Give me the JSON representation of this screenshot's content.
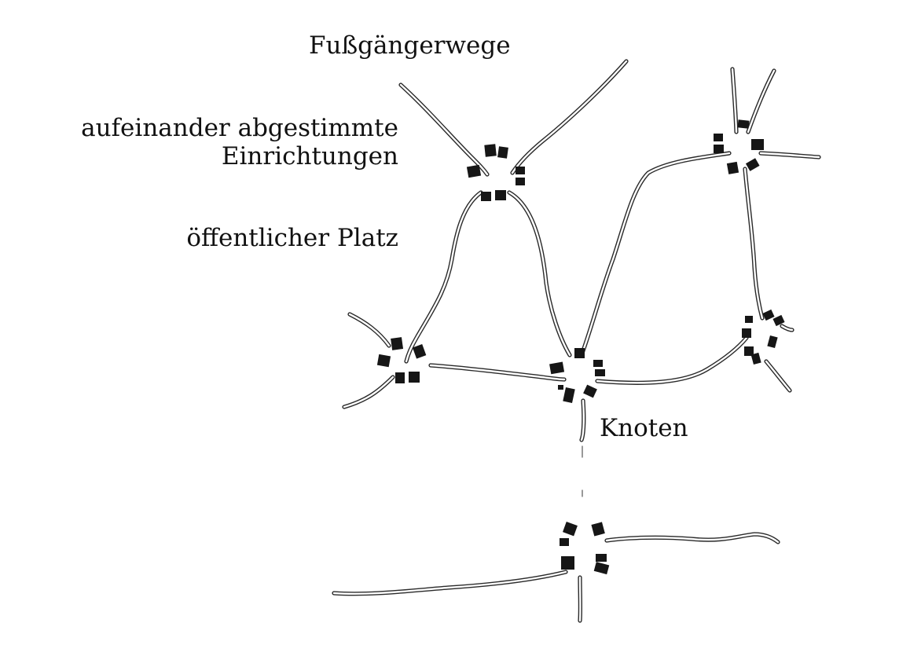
{
  "labels": {
    "paths": "Fußgängerwege",
    "facilities_line1": "aufeinander abgestimmte",
    "facilities_line2": "Einrichtungen",
    "square": "öffentlicher Platz",
    "node": "Knoten"
  },
  "colors": {
    "ink": "#161616",
    "background": "#ffffff"
  }
}
